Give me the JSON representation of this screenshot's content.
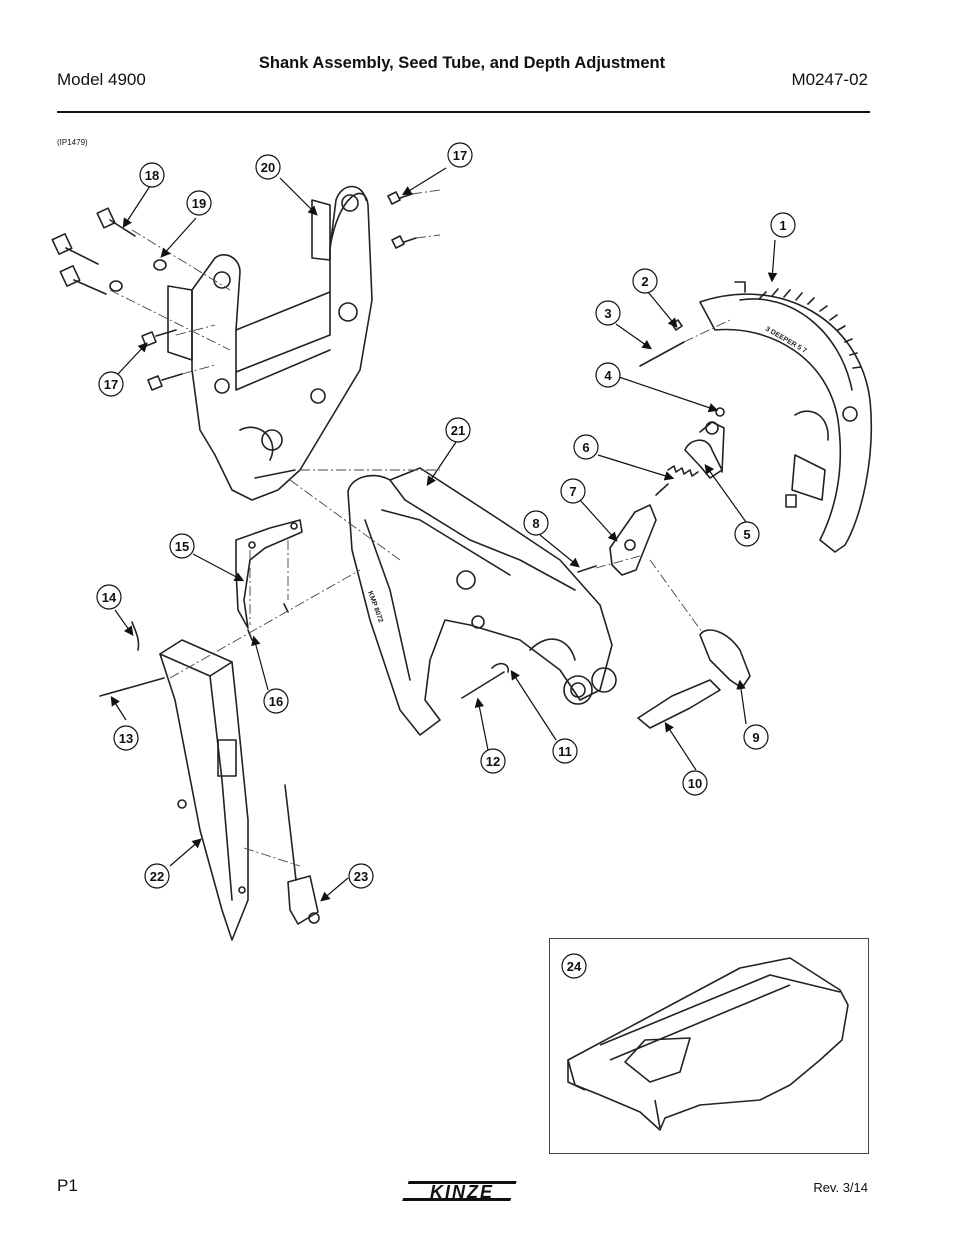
{
  "header": {
    "model": "Model 4900",
    "title": "Shank Assembly, Seed Tube, and Depth Adjustment",
    "doc_number": "M0247-02"
  },
  "figure_id": "(IP1479)",
  "callouts": [
    "1",
    "2",
    "3",
    "4",
    "5",
    "6",
    "7",
    "8",
    "9",
    "10",
    "11",
    "12",
    "13",
    "14",
    "15",
    "16",
    "17",
    "17",
    "18",
    "19",
    "20",
    "21",
    "22",
    "23",
    "24"
  ],
  "part_marks": {
    "depth_scale": "3 DEEPER 5 7",
    "shank_stamp": "KMP 8072"
  },
  "footer": {
    "page": "P1",
    "brand": "KINZE",
    "revision": "Rev. 3/14"
  }
}
